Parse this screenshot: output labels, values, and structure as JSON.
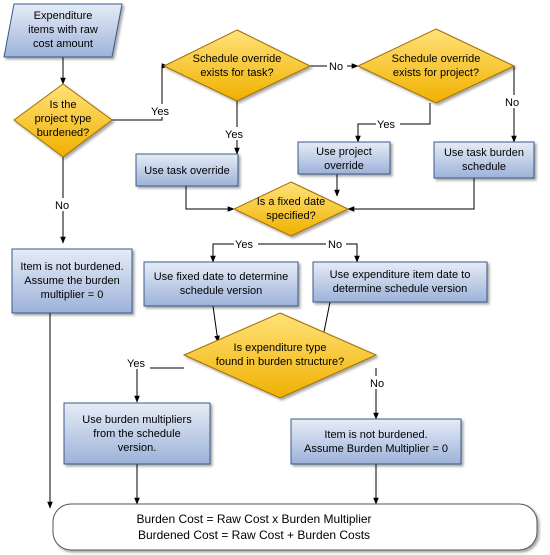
{
  "colors": {
    "box_fill_top": "#e6ecf6",
    "box_fill_bottom": "#9db2d9",
    "diamond_fill_top": "#ffe27a",
    "diamond_fill_bottom": "#f0b000",
    "terminal_fill": "#ffffff",
    "line": "#000000"
  },
  "flowchart": {
    "start": [
      "Expenditure",
      "items with raw",
      "cost amount"
    ],
    "d_burdened": [
      "Is the",
      "project type",
      "burdened?"
    ],
    "d_task_override": [
      "Schedule override",
      "exists for task?"
    ],
    "d_project_override": [
      "Schedule override",
      "exists for project?"
    ],
    "b_task_override": [
      "Use task override"
    ],
    "b_project_override": [
      "Use project",
      "override"
    ],
    "b_task_burden": [
      "Use task burden",
      "schedule"
    ],
    "d_fixed_date": [
      "Is a fixed date",
      "specified?"
    ],
    "b_not_burdened_zero": [
      "Item is not burdened.",
      "Assume the burden",
      "multiplier = 0"
    ],
    "b_fixed_date": [
      "Use fixed date to determine",
      "schedule version"
    ],
    "b_exp_item_date": [
      "Use expenditure item date to",
      "determine schedule version"
    ],
    "d_exp_type": [
      "Is expenditure type",
      "found in burden structure?"
    ],
    "b_use_multipliers": [
      "Use burden multipliers",
      "from the schedule",
      "version."
    ],
    "b_not_burdened_multiplier": [
      "Item is not burdened.",
      "Assume Burden Multiplier = 0"
    ],
    "end": [
      "Burden Cost = Raw Cost x Burden Multiplier",
      "Burdened Cost = Raw Cost + Burden Costs"
    ],
    "labels": {
      "yes_burdened": "Yes",
      "no_burdened": "No",
      "yes_task": "Yes",
      "no_task": "No",
      "yes_project": "Yes",
      "no_project": "No",
      "yes_fixed": "Yes",
      "no_fixed": "No",
      "yes_exp_type": "Yes",
      "no_exp_type": "No"
    }
  }
}
